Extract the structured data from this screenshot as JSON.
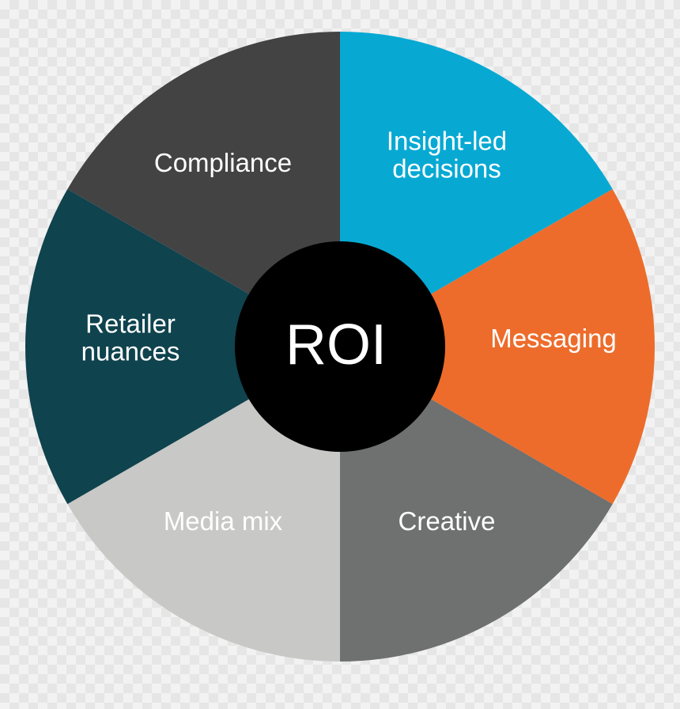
{
  "center": {
    "label": "ROI",
    "color": "#000000"
  },
  "segments": [
    {
      "id": "insight-led-decisions",
      "lines": [
        "Insight-led",
        "decisions"
      ],
      "color": "#07a9d3"
    },
    {
      "id": "messaging",
      "lines": [
        "Messaging"
      ],
      "color": "#ed6c2b"
    },
    {
      "id": "creative",
      "lines": [
        "Creative"
      ],
      "color": "#6f7070"
    },
    {
      "id": "media-mix",
      "lines": [
        "Media mix"
      ],
      "color": "#c8c8c7"
    },
    {
      "id": "retailer-nuances",
      "lines": [
        "Retailer",
        "nuances"
      ],
      "color": "#0f434e"
    },
    {
      "id": "compliance",
      "lines": [
        "Compliance"
      ],
      "color": "#434343"
    }
  ]
}
